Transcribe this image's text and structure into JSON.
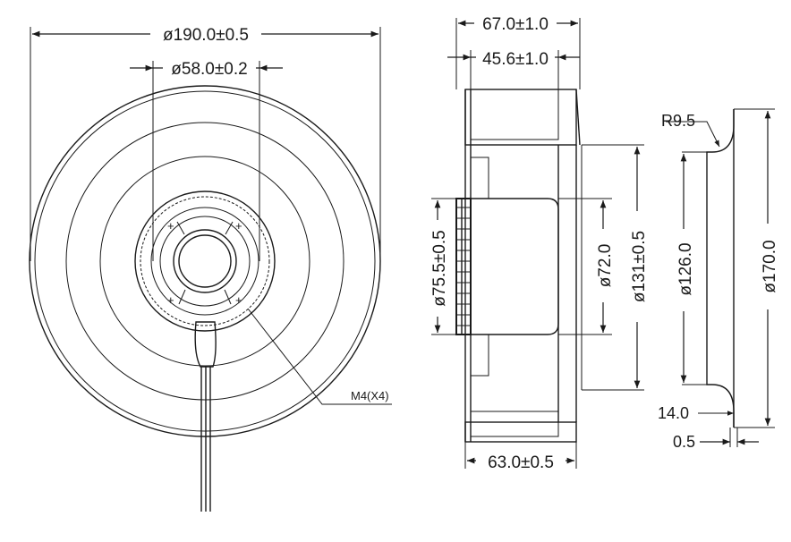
{
  "front_view": {
    "outer_diameter": "ø190.0±0.5",
    "hub_diameter": "ø58.0±0.2",
    "screw_callout": "M4(X4)"
  },
  "side_view": {
    "overall_depth": "67.0±1.0",
    "blade_depth": "45.6±1.0",
    "base_depth": "63.0±0.5",
    "motor_diameter": "ø75.5±0.5",
    "inner_ring_diameter": "ø72.0",
    "impeller_diameter": "ø131±0.5"
  },
  "inlet_ring_view": {
    "radius": "R9.5",
    "inlet_diameter": "ø126.0",
    "outer_diameter": "ø170.0",
    "flange_height": "14.0",
    "thickness": "0.5"
  }
}
